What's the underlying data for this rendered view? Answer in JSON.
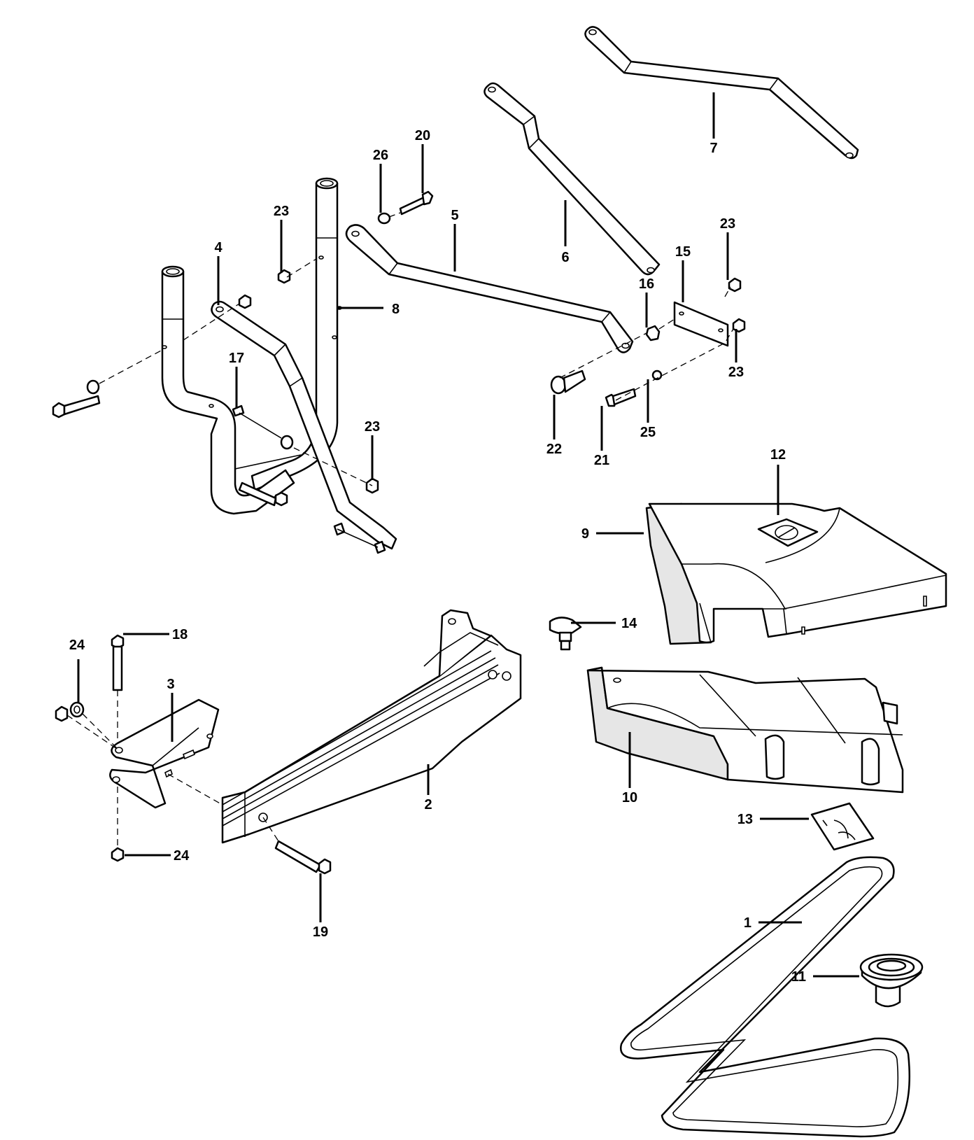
{
  "callouts": {
    "c1": "1",
    "c2": "2",
    "c3": "3",
    "c4": "4",
    "c5": "5",
    "c6": "6",
    "c7": "7",
    "c8": "8",
    "c9": "9",
    "c10": "10",
    "c11": "11",
    "c12": "12",
    "c13": "13",
    "c14": "14",
    "c15": "15",
    "c16": "16",
    "c17": "17",
    "c18": "18",
    "c19": "19",
    "c20": "20",
    "c21": "21",
    "c22": "22",
    "c23a": "23",
    "c23b": "23",
    "c23c": "23",
    "c23d": "23",
    "c24a": "24",
    "c24b": "24",
    "c25": "25",
    "c26": "26"
  }
}
